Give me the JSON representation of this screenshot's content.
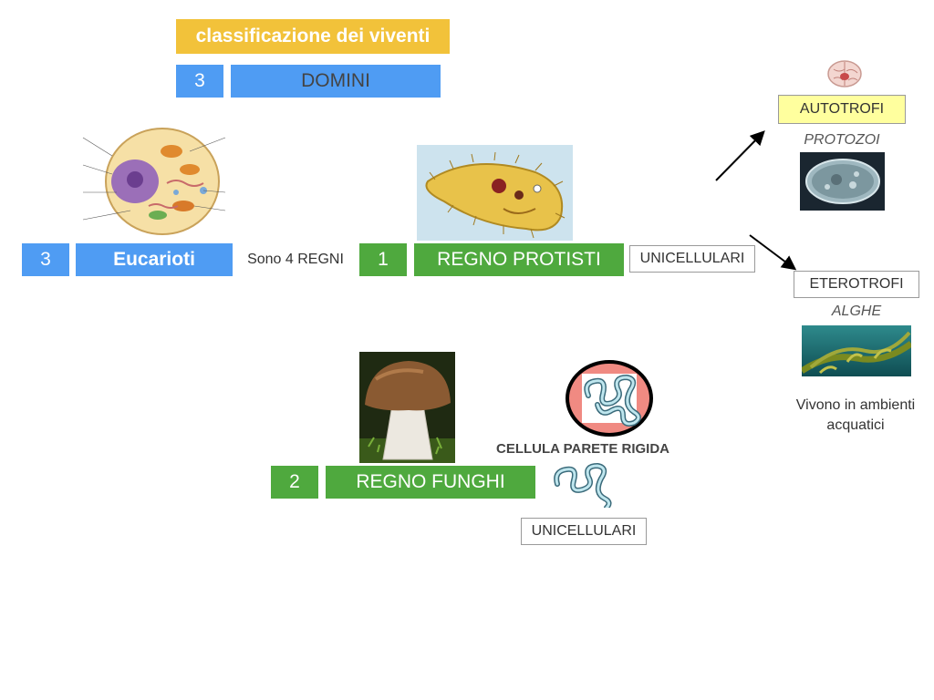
{
  "colors": {
    "title_bg": "#f2c23a",
    "blue": "#4f9cf3",
    "green": "#4fa93e",
    "autotrofi_bg": "#ffff9e"
  },
  "header": {
    "title": "classificazione dei viventi",
    "domains_count": "3",
    "domains_label": "DOMINI"
  },
  "eukaryotes": {
    "count": "3",
    "label": "Eucarioti",
    "kingdoms_text": "Sono 4 REGNI"
  },
  "protists": {
    "number": "1",
    "label": "REGNO PROTISTI",
    "unicellular": "UNICELLULARI"
  },
  "autotrophs": {
    "label": "AUTOTROFI",
    "example": "PROTOZOI"
  },
  "heterotrophs": {
    "label": "ETEROTROFI",
    "example": "ALGHE",
    "habitat": "Vivono in ambienti acquatici"
  },
  "fungi": {
    "number": "2",
    "label": "REGNO FUNGHI",
    "cell_wall": "CELLULA PARETE RIGIDA",
    "unicellular": "UNICELLULARI"
  },
  "icons": [
    "cell-diagram",
    "paramecium",
    "brain",
    "protozoa",
    "algae",
    "mushroom",
    "cell-wall",
    "worm"
  ]
}
